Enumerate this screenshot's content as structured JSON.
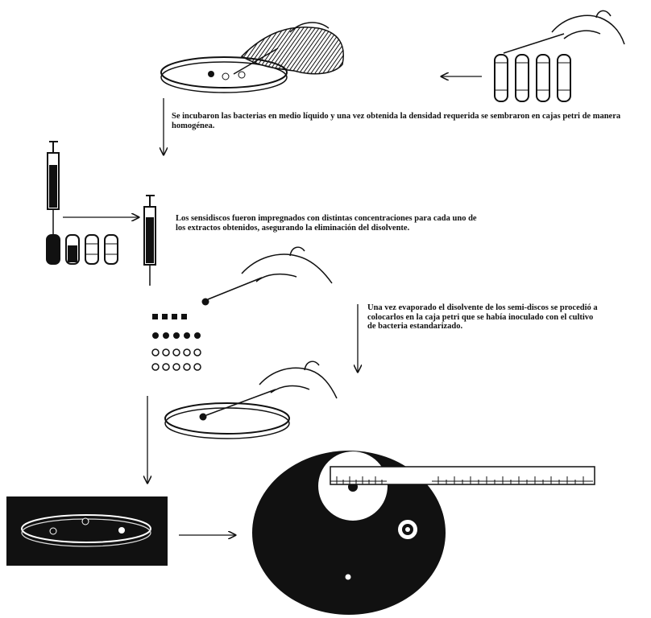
{
  "captions": {
    "step_1": "Se incubaron las bacterias en medio líquido y una vez obtenida la densidad requerida se sembraron en cajas petri de manera homogénea.",
    "step_2": "Los sensidiscos fueron impregnados con distintas concentraciones para cada uno de los extractos obtenidos, asegurando la eliminación del disolvente.",
    "step_3": "Una vez evaporado el disolvente de los semi-discos se procedió a colocarlos en la caja petri que se había inoculado con el cultivo de bacteria estandarizado."
  },
  "colors": {
    "ink": "#111111",
    "paper": "#ffffff"
  },
  "icons": [
    "hand-icon",
    "test-tube-icon",
    "syringe-icon",
    "petri-dish-icon",
    "ruler-icon",
    "arrow-icon"
  ]
}
